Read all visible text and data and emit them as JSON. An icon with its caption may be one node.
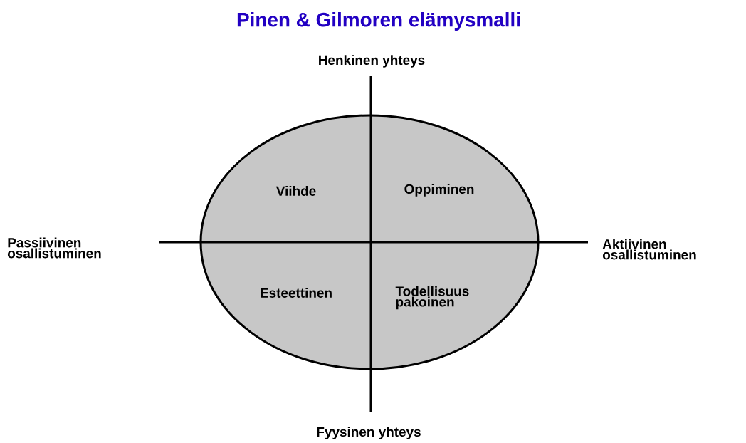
{
  "diagram": {
    "title": "Pinen & Gilmoren elämysmalli",
    "nodes": [
      {
        "text": [
          "Viihde",
          "Oppiminen",
          "Esteettinen",
          "Todellisuus pakoinen"
        ]
      }
    ],
    "labels": [
      "Henkinen yhteys",
      "Passiivinen osallistuminen",
      "Aktiivinen osallistuminen",
      "Fyysinen yhteys"
    ]
  }
}
